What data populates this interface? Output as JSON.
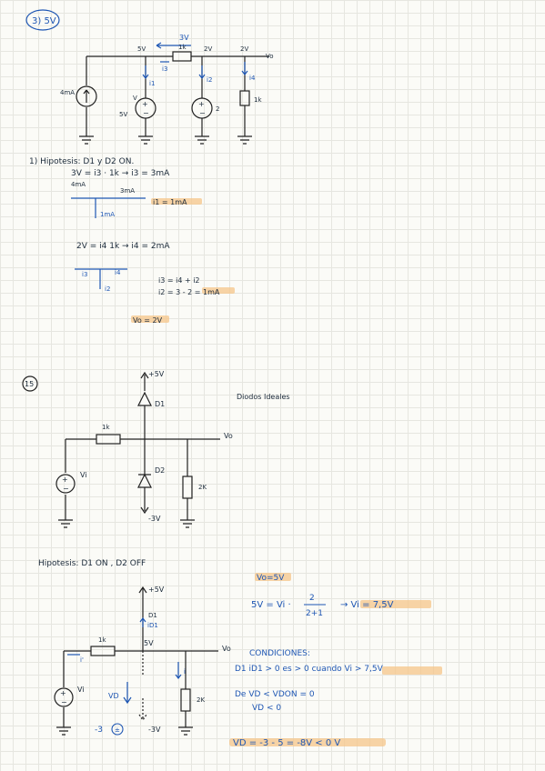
{
  "problem1": {
    "number": "3) 5V",
    "circuit": {
      "arrow_label": "3V",
      "node_left_v": "5V",
      "resistor_top": "1k",
      "node_mid_v": "2V",
      "node_right_v": "2V",
      "out_label": "Vo",
      "i3": "i3",
      "i1": "i1",
      "i2": "i2",
      "i4": "i4",
      "source_current": "4mA",
      "source_v_label": "V",
      "source_v_value": "5V",
      "source2_label": "2",
      "resistor_right": "1k"
    },
    "notes": {
      "hypothesis": "1) Hipotesis:   D1 y D2  ON.",
      "eq1": "3V = i3 · 1k  →  i3 = 3mA",
      "node_a_in": "4mA",
      "node_a_out": "3mA",
      "node_a_down": "1mA",
      "i1_result": "i1 = 1mA",
      "eq2": "2V = i4 1k  →  i4 = 2mA",
      "node_b_i3": "i3",
      "node_b_i4": "i4",
      "node_b_i2": "i2",
      "eq3": "i3 = i4 + i2",
      "eq4": "i2 = 3 - 2 = 1mA",
      "vo_result": "Vo = 2V"
    }
  },
  "problem2": {
    "number": "15",
    "circuit": {
      "supply_pos": "+5V",
      "d1": "D1",
      "note": "Diodos Ideales",
      "resistor": "1k",
      "out": "Vo",
      "vi": "Vi",
      "d2": "D2",
      "r2": "2K",
      "supply_neg": "-3V"
    },
    "hypothesis": "Hipotesis:  D1 ON , D2 OFF",
    "circuit2": {
      "supply_pos": "+5V",
      "d1": "D1",
      "id1": "iD1",
      "node_v": "5V",
      "resistor": "1k",
      "out": "Vo",
      "i_prime": "i'",
      "vi": "Vi",
      "vd": "VD",
      "i_label": "i",
      "r2": "2K",
      "neg_source": "-3",
      "supply_neg": "-3V"
    },
    "solution": {
      "vo": "Vo=5V",
      "eq_left": "5V = Vi ·",
      "frac_num": "2",
      "frac_den": "2+1",
      "eq_right": "→   Vi = 7,5V",
      "conditions_title": "CONDICIONES:",
      "cond1": "D1  iD1 > 0   es > 0  cuando   Vi > 7,5V",
      "cond2": "De  VD < VDON = 0",
      "cond3": "VD < 0",
      "vd_result": "VD  =  -3 - 5  =  -8V < 0 V"
    }
  }
}
